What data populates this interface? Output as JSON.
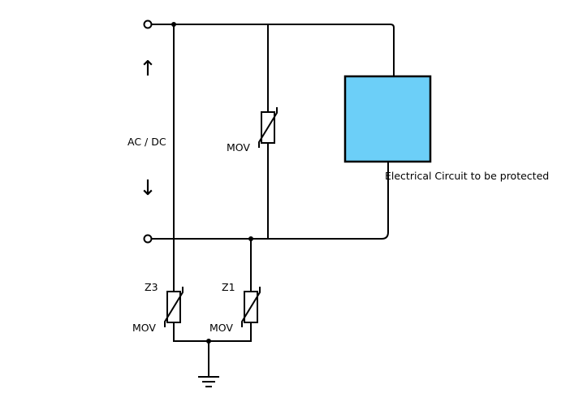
{
  "labels": {
    "source": "AC / DC",
    "protected_circuit": "Electrical Circuit to be protected",
    "mov_parallel": "MOV",
    "z3_name": "Z3",
    "z3_type": "MOV",
    "z1_name": "Z1",
    "z1_type": "MOV"
  },
  "glyphs": {
    "arrow_up": "↑",
    "arrow_down": "↓"
  },
  "colors": {
    "protected_circuit_fill": "#6ccff8",
    "line": "#000000"
  }
}
